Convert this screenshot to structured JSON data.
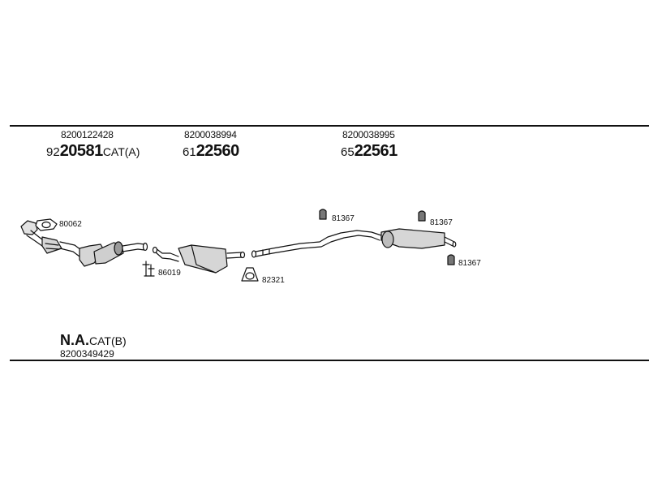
{
  "groups": [
    {
      "oem": "8200122428",
      "code_prefix": "92",
      "code_main": "20581",
      "code_suffix": "CAT(A)"
    },
    {
      "oem": "8200038994",
      "code_prefix": "61",
      "code_main": "22560",
      "code_suffix": ""
    },
    {
      "oem": "8200038995",
      "code_prefix": "65",
      "code_main": "22561",
      "code_suffix": ""
    }
  ],
  "na_group": {
    "code": "N.A.",
    "suffix": "CAT(B)",
    "oem": "8200349429"
  },
  "callouts": {
    "gasket": "80062",
    "bolt_kit": "86019",
    "clamp": "82321",
    "rubber_mount_1": "81367",
    "rubber_mount_2": "81367",
    "rubber_mount_3": "81367"
  },
  "colors": {
    "line": "#111111",
    "part_fill": "#d6d6d6",
    "part_shade": "#9a9a9a"
  }
}
